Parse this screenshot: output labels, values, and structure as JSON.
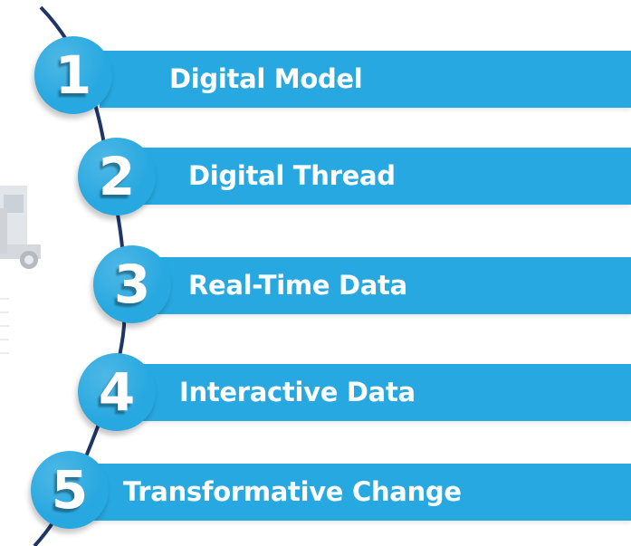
{
  "steps": [
    {
      "number": "1",
      "label": "Digital Model"
    },
    {
      "number": "2",
      "label": "Digital Thread"
    },
    {
      "number": "3",
      "label": "Real-Time Data"
    },
    {
      "number": "4",
      "label": "Interactive Data"
    },
    {
      "number": "5",
      "label": "Transformative Change"
    }
  ],
  "colors": {
    "accent": "#27a8e0",
    "curve": "#1f3566",
    "text": "#ffffff"
  },
  "icons": {
    "truck": "truck-illustration"
  }
}
